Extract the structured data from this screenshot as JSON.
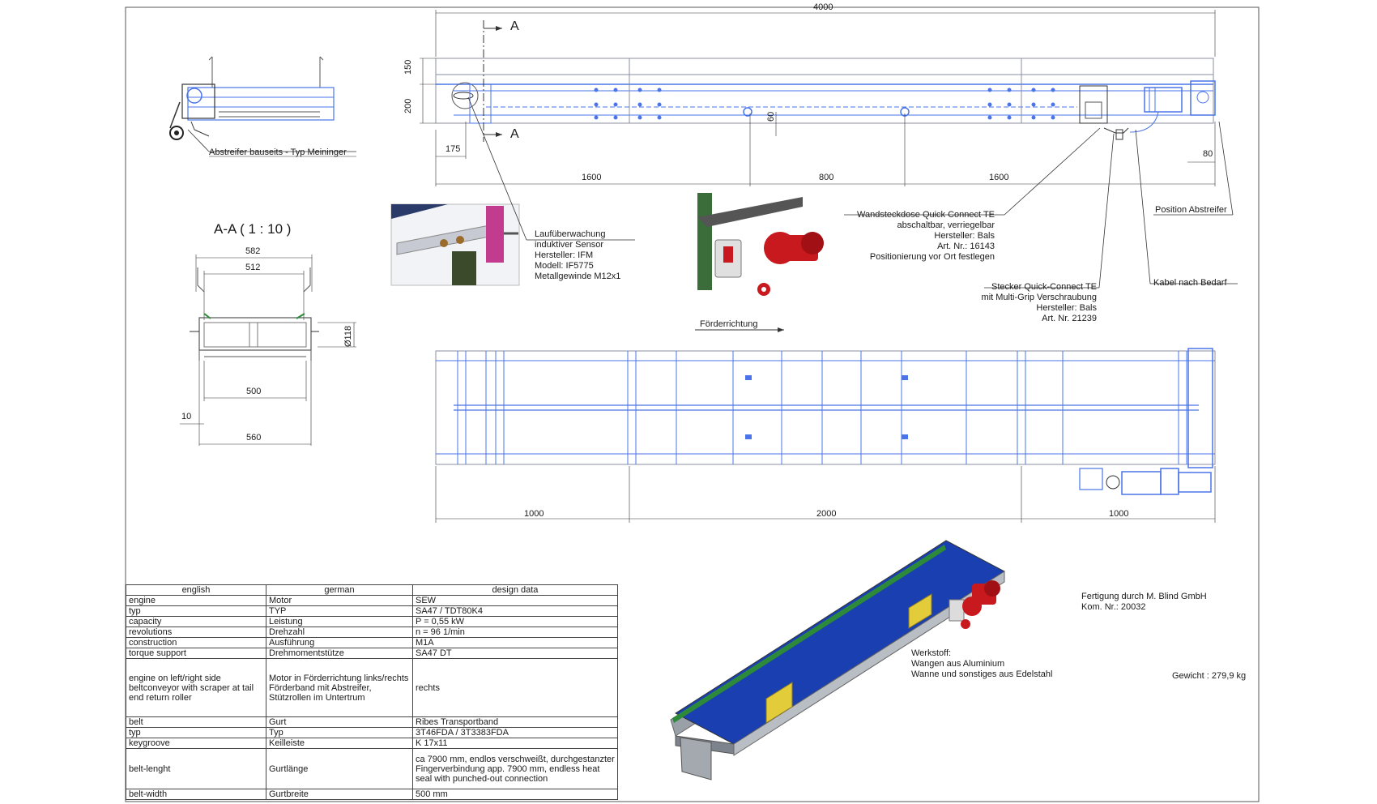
{
  "dimensions": {
    "overall_length": "4000",
    "height_150": "150",
    "height_200": "200",
    "offset_175": "175",
    "drop_60": "60",
    "offset_80": "80",
    "span_1600_left": "1600",
    "span_800": "800",
    "span_1600_right": "1600",
    "plan_1000_left": "1000",
    "plan_2000": "2000",
    "plan_1000_right": "1000"
  },
  "section": {
    "marker_letter": "A",
    "title": "A-A ( 1 : 10 )",
    "width_582": "582",
    "width_512": "512",
    "roller_diameter": "Ø118",
    "width_500": "500",
    "offset_10": "10",
    "width_560": "560"
  },
  "callouts": {
    "scraper": "Abstreifer bauseits - Typ Meininger",
    "sensor": [
      "Laufüberwachung",
      "induktiver Sensor",
      "Hersteller: IFM",
      "Modell: IF5775",
      "Metallgewinde M12x1"
    ],
    "socket": [
      "Wandsteckdose Quick Connect TE",
      "abschaltbar, verriegelbar",
      "Hersteller: Bals",
      "Art. Nr.: 16143",
      "Positionierung vor Ort festlegen"
    ],
    "plug": [
      "Stecker Quick-Connect TE",
      "mit Multi-Grip Verschraubung",
      "Hersteller: Bals",
      "Art. Nr. 21239"
    ],
    "scraper_position": "Position Abstreifer",
    "cable": "Kabel nach Bedarf",
    "direction": "Förderrichtung"
  },
  "spec_table": {
    "headers": [
      "english",
      "german",
      "design data"
    ],
    "rows": [
      [
        "engine",
        "Motor",
        "SEW"
      ],
      [
        "typ",
        "TYP",
        "SA47 / TDT80K4"
      ],
      [
        "capacity",
        "Leistung",
        "P = 0,55 kW"
      ],
      [
        "revolutions",
        "Drehzahl",
        "n = 96  1/min"
      ],
      [
        "construction",
        "Ausführung",
        "M1A"
      ],
      [
        "torque support",
        "Drehmomentstütze",
        "SA47 DT"
      ],
      [
        "engine on left/right side beltconveyor with scraper at tail end return roller",
        "Motor in Förderrichtung links/rechts Förderband mit Abstreifer, Stützrollen im Untertrum",
        "rechts"
      ],
      [
        "belt",
        "Gurt",
        "Ribes Transportband"
      ],
      [
        "typ",
        "Typ",
        "3T46FDA / 3T3383FDA"
      ],
      [
        "keygroove",
        "Keilleiste",
        "K 17x11"
      ],
      [
        "belt-lenght",
        "Gurtlänge",
        "ca 7900 mm, endlos verschweißt, durchgestanzter Fingerverbindung app. 7900 mm, endless heat seal with punched-out connection"
      ],
      [
        "belt-width",
        "Gurtbreite",
        "500 mm"
      ]
    ]
  },
  "material": {
    "title": "Werkstoff:",
    "line1": "Wangen aus Aluminium",
    "line2": "Wanne und sonstiges aus Edelstahl"
  },
  "manufacturing": {
    "line1": "Fertigung durch M. Blind GmbH",
    "line2": "Kom. Nr.: 20032"
  },
  "weight": "Gewicht :  279,9 kg",
  "colors": {
    "drawing_blue": "#4a74e8",
    "line_gray": "#555555",
    "belt_blue": "#1a3fb0",
    "belt_green": "#2c8a3a",
    "motor_red": "#c8191e",
    "panel_yellow": "#e2cc3a"
  }
}
